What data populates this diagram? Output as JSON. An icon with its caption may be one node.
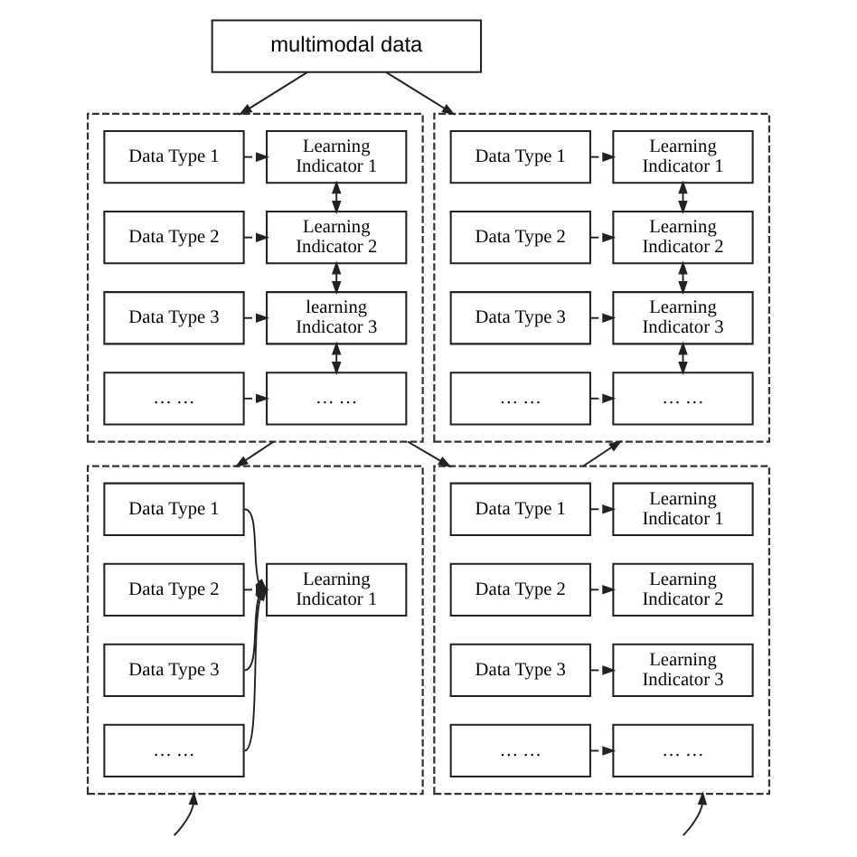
{
  "diagram": {
    "nodes": [
      {
        "text": [
          "multimodal data"
        ]
      },
      {
        "text": [],
        "shape": "box"
      },
      {
        "text": [
          "Data Type 1"
        ],
        "in": 1
      },
      {
        "text": [
          "Learning Indicator 1"
        ],
        "in": 1
      },
      {
        "text": [
          "Data Type 2"
        ],
        "in": 1
      },
      {
        "text": [
          "Learning Indicator 2"
        ],
        "in": 1
      },
      {
        "text": [
          "Data Type 3"
        ],
        "in": 1
      },
      {
        "text": [
          "learning Indicator 3"
        ],
        "in": 1
      },
      {
        "text": [
          "… …"
        ],
        "in": 1
      },
      {
        "text": [
          "… …"
        ],
        "in": 1
      },
      {
        "text": [],
        "shape": "box"
      },
      {
        "text": [
          "Data Type 1"
        ],
        "in": 10
      },
      {
        "text": [
          "Learning Indicator 1"
        ],
        "in": 10
      },
      {
        "text": [
          "Data Type 2"
        ],
        "in": 10
      },
      {
        "text": [
          "Learning Indicator 2"
        ],
        "in": 10
      },
      {
        "text": [
          "Data Type 3"
        ],
        "in": 10
      },
      {
        "text": [
          "Learning Indicator 3"
        ],
        "in": 10
      },
      {
        "text": [
          "… …"
        ],
        "in": 10
      },
      {
        "text": [
          "… …"
        ],
        "in": 10
      },
      {
        "text": [],
        "shape": "box"
      },
      {
        "text": [
          "Data Type 1"
        ],
        "in": 19
      },
      {
        "text": [
          "Data Type 2"
        ],
        "in": 19
      },
      {
        "text": [
          "Learning Indicator 1"
        ],
        "in": 19
      },
      {
        "text": [
          "Data Type 3"
        ],
        "in": 19
      },
      {
        "text": [
          "… …"
        ],
        "in": 19
      },
      {
        "text": [],
        "shape": "box"
      },
      {
        "text": [
          "Data Type 1"
        ],
        "in": 25
      },
      {
        "text": [
          "Learning Indicator 1"
        ],
        "in": 25
      },
      {
        "text": [
          "Data Type 2"
        ],
        "in": 25
      },
      {
        "text": [
          "Learning Indicator 2"
        ],
        "in": 25
      },
      {
        "text": [
          "Data Type 3"
        ],
        "in": 25
      },
      {
        "text": [
          "Learning Indicator 3"
        ],
        "in": 25
      },
      {
        "text": [
          "… …"
        ],
        "in": 25
      },
      {
        "text": [
          "… …"
        ],
        "in": 25
      }
    ],
    "edges": [
      {
        "from": 0,
        "to": 1,
        "arrow": "to"
      },
      {
        "from": 0,
        "to": 10,
        "arrow": "to"
      },
      {
        "from": 2,
        "to": 3,
        "arrow": "to"
      },
      {
        "from": 4,
        "to": 5,
        "arrow": "to"
      },
      {
        "from": 6,
        "to": 7,
        "arrow": "to"
      },
      {
        "from": 8,
        "to": 9,
        "arrow": "to"
      },
      {
        "from": 3,
        "to": 5,
        "arrow": "both"
      },
      {
        "from": 5,
        "to": 7,
        "arrow": "both"
      },
      {
        "from": 7,
        "to": 9,
        "arrow": "both"
      },
      {
        "from": 11,
        "to": 12,
        "arrow": "to"
      },
      {
        "from": 13,
        "to": 14,
        "arrow": "to"
      },
      {
        "from": 15,
        "to": 16,
        "arrow": "to"
      },
      {
        "from": 17,
        "to": 18,
        "arrow": "to"
      },
      {
        "from": 12,
        "to": 14,
        "arrow": "both"
      },
      {
        "from": 14,
        "to": 16,
        "arrow": "both"
      },
      {
        "from": 16,
        "to": 18,
        "arrow": "both"
      },
      {
        "from": 1,
        "to": 19,
        "arrow": "to"
      },
      {
        "from": 1,
        "to": 25,
        "arrow": "to"
      },
      {
        "from": 25,
        "to": 10,
        "arrow": "to"
      },
      {
        "from": 20,
        "to": 22,
        "arrow": "to"
      },
      {
        "from": 21,
        "to": 22,
        "arrow": "to"
      },
      {
        "from": 23,
        "to": 22,
        "arrow": "to"
      },
      {
        "from": 24,
        "to": 22,
        "arrow": "to"
      },
      {
        "from": 26,
        "to": 27,
        "arrow": "to"
      },
      {
        "from": 28,
        "to": 29,
        "arrow": "to"
      },
      {
        "from": 30,
        "to": 31,
        "arrow": "to"
      },
      {
        "from": 32,
        "to": 33,
        "arrow": "to"
      },
      {
        "from": null,
        "to": 19,
        "arrow": "to"
      },
      {
        "from": null,
        "to": 25,
        "arrow": "to"
      }
    ]
  }
}
